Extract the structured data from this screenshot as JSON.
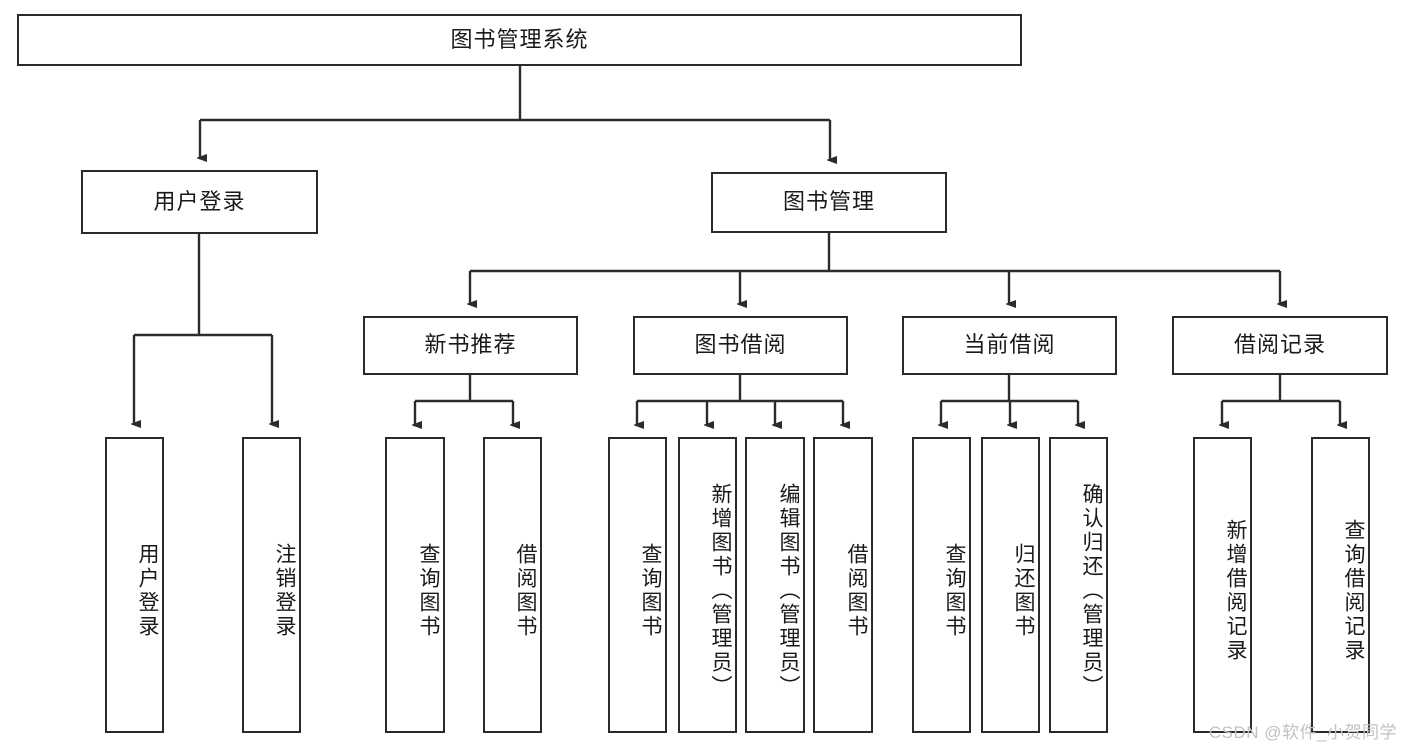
{
  "diagram": {
    "title": "图书管理系统",
    "type": "hierarchy-tree",
    "root": {
      "id": "root",
      "label": "图书管理系统",
      "level": 0
    },
    "level1": [
      {
        "id": "user-login",
        "label": "用户登录"
      },
      {
        "id": "book-management",
        "label": "图书管理"
      }
    ],
    "level2": [
      {
        "id": "new-book-recommend",
        "label": "新书推荐",
        "parent": "book-management"
      },
      {
        "id": "book-borrow",
        "label": "图书借阅",
        "parent": "book-management"
      },
      {
        "id": "current-borrow",
        "label": "当前借阅",
        "parent": "book-management"
      },
      {
        "id": "borrow-record",
        "label": "借阅记录",
        "parent": "book-management"
      }
    ],
    "leaves": [
      {
        "id": "leaf-user-login",
        "label": "用户登录",
        "parent": "user-login"
      },
      {
        "id": "leaf-logout",
        "label": "注销登录",
        "parent": "user-login"
      },
      {
        "id": "leaf-query-book-1",
        "label": "查询图书",
        "parent": "new-book-recommend"
      },
      {
        "id": "leaf-borrow-book-1",
        "label": "借阅图书",
        "parent": "new-book-recommend"
      },
      {
        "id": "leaf-query-book-2",
        "label": "查询图书",
        "parent": "book-borrow"
      },
      {
        "id": "leaf-add-book",
        "label": "新增图书（管理员）",
        "parent": "book-borrow"
      },
      {
        "id": "leaf-edit-book",
        "label": "编辑图书（管理员）",
        "parent": "book-borrow"
      },
      {
        "id": "leaf-borrow-book-2",
        "label": "借阅图书",
        "parent": "book-borrow"
      },
      {
        "id": "leaf-query-book-3",
        "label": "查询图书",
        "parent": "current-borrow"
      },
      {
        "id": "leaf-return-book",
        "label": "归还图书",
        "parent": "current-borrow"
      },
      {
        "id": "leaf-confirm-return",
        "label": "确认归还（管理员）",
        "parent": "current-borrow"
      },
      {
        "id": "leaf-add-record",
        "label": "新增借阅记录",
        "parent": "borrow-record"
      },
      {
        "id": "leaf-query-record",
        "label": "查询借阅记录",
        "parent": "borrow-record"
      }
    ]
  },
  "watermark": {
    "text": "CSDN @软件_小贺同学"
  },
  "colors": {
    "stroke": "#2b2b2b",
    "text": "#1a1a1a",
    "background": "#ffffff",
    "watermark": "#c2c2c2"
  }
}
